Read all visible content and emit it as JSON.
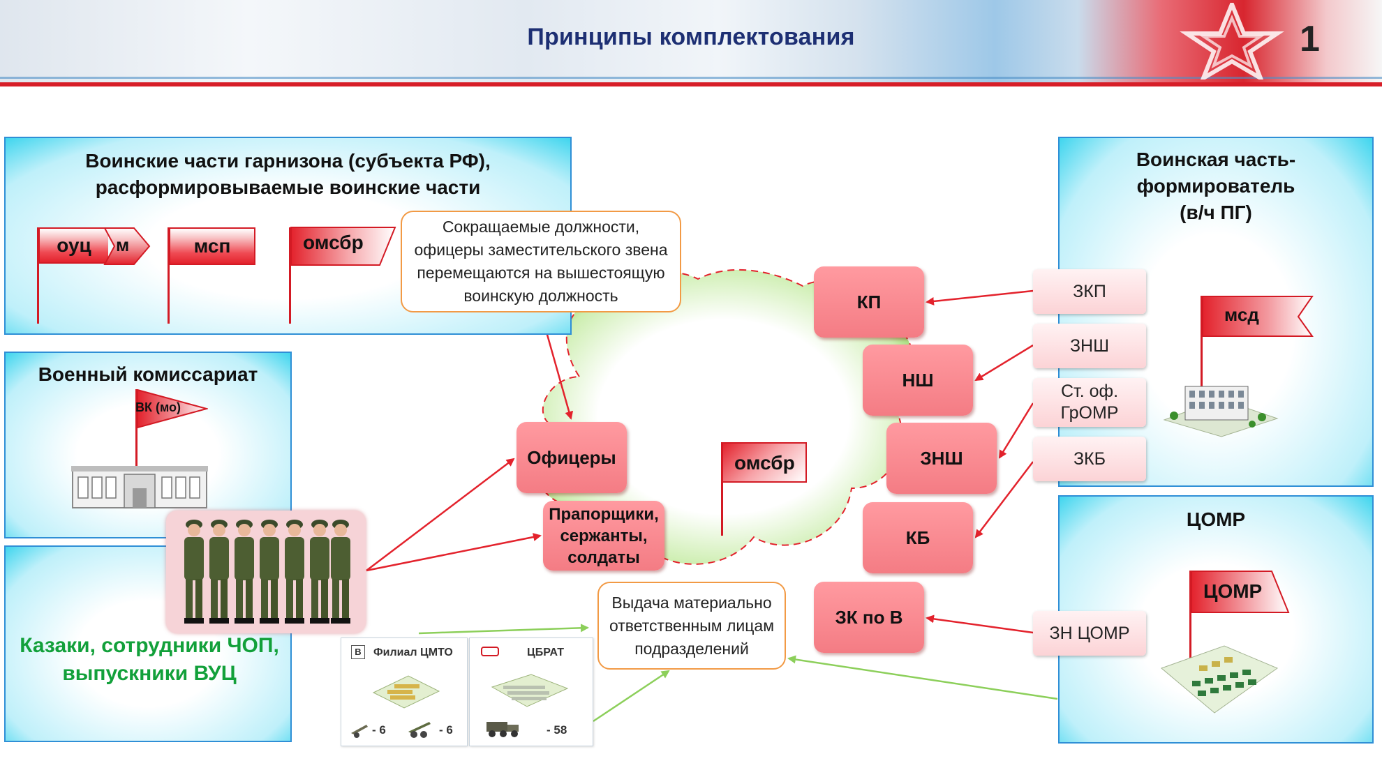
{
  "header": {
    "title": "Принципы комплектования",
    "page_number": "1"
  },
  "panels": {
    "garrison": {
      "title_line1": "Воинские части гарнизона (субъекта РФ),",
      "title_line2": "расформировываемые воинские части"
    },
    "commissariat": {
      "title": "Военный комиссариат"
    },
    "cossacks": {
      "line1": "Казаки, сотрудники ЧОП,",
      "line2": "выпускники ВУЦ"
    },
    "former": {
      "line1": "Воинская часть-",
      "line2": "формирователь",
      "line3": "(в/ч ПГ)"
    },
    "tsomr": {
      "title": "ЦОМР"
    }
  },
  "flags": {
    "ouc": "оуц",
    "m": "м",
    "msp": "мсп",
    "omsbr_top": "омсбр",
    "vk": "ВК (мо)",
    "omsbr_center": "омсбр",
    "msd": "мсд",
    "tsomr": "ЦОМР"
  },
  "callouts": {
    "reduced": {
      "line1": "Сокращаемые должности,",
      "line2": "офицеры заместительского звена",
      "line3": "перемещаются на вышестоящую",
      "line4": "воинскую должность"
    },
    "issue": {
      "line1": "Выдача материально",
      "line2": "ответственным лицам",
      "line3": "подразделений"
    }
  },
  "personnel": {
    "officers": "Офицеры",
    "ncos_line1": "Прапорщики,",
    "ncos_line2": "сержанты,",
    "ncos_line3": "солдаты"
  },
  "roles": {
    "kp": "КП",
    "nsh": "НШ",
    "znsh": "ЗНШ",
    "kb": "КБ",
    "zk_po_v": "ЗК по В"
  },
  "positions": {
    "zkp": "ЗКП",
    "znsh": "ЗНШ",
    "st_of_line1": "Ст. оф.",
    "st_of_line2": "ГрОМР",
    "zkb": "ЗКБ",
    "zn_tsomr": "ЗН ЦОМР"
  },
  "storage": {
    "branch_badge": "В",
    "branch_label": "Филиал  ЦМТО",
    "branch_count_1": "- 6",
    "branch_count_2": "- 6",
    "cbrat_label": "ЦБРАТ",
    "cbrat_count": "- 58"
  },
  "colors": {
    "title_blue": "#1d2f73",
    "arrow_red": "#e3222c",
    "arrow_green": "#8ccf5a",
    "role_pink": "#f47c84",
    "panel_cyan": "#3fd5ee",
    "cossack_green": "#12a03a"
  }
}
